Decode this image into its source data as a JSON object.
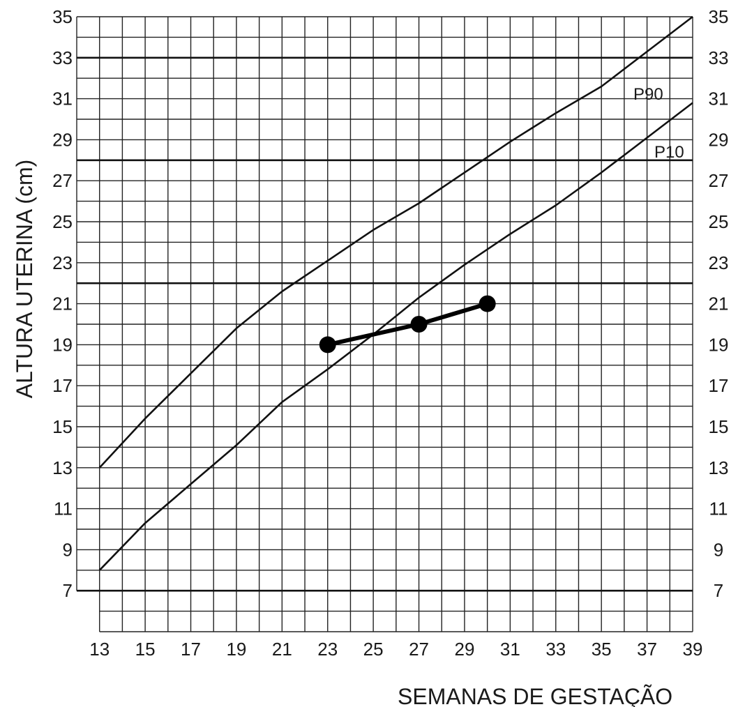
{
  "chart_data": {
    "type": "line",
    "title": "",
    "xlabel": "SEMANAS DE GESTAÇÃO",
    "ylabel": "ALTURA UTERINA (cm)",
    "xlim": [
      12,
      39
    ],
    "ylim": [
      5,
      35
    ],
    "grid": true,
    "x_ticks": [
      13,
      15,
      17,
      19,
      21,
      23,
      25,
      27,
      29,
      31,
      33,
      35,
      37,
      39
    ],
    "y_ticks": [
      7,
      9,
      11,
      13,
      15,
      17,
      19,
      21,
      23,
      25,
      27,
      29,
      31,
      33,
      35
    ],
    "bold_gridlines_y": [
      7,
      22,
      28,
      33
    ],
    "series": [
      {
        "name": "P90",
        "x": [
          13,
          15,
          17,
          19,
          21,
          23,
          25,
          27,
          29,
          31,
          33,
          35,
          37,
          39
        ],
        "y": [
          13,
          15.4,
          17.6,
          19.8,
          21.6,
          23.1,
          24.6,
          25.9,
          27.4,
          28.9,
          30.3,
          31.6,
          33.3,
          35
        ]
      },
      {
        "name": "P10",
        "x": [
          13,
          15,
          17,
          19,
          21,
          23,
          25,
          27,
          29,
          31,
          33,
          35,
          37,
          39
        ],
        "y": [
          8,
          10.3,
          12.2,
          14.1,
          16.2,
          17.8,
          19.5,
          21.3,
          22.9,
          24.4,
          25.8,
          27.4,
          29.1,
          30.8
        ]
      },
      {
        "x": [
          23,
          27,
          30
        ],
        "y": [
          19,
          20,
          21
        ]
      }
    ]
  }
}
